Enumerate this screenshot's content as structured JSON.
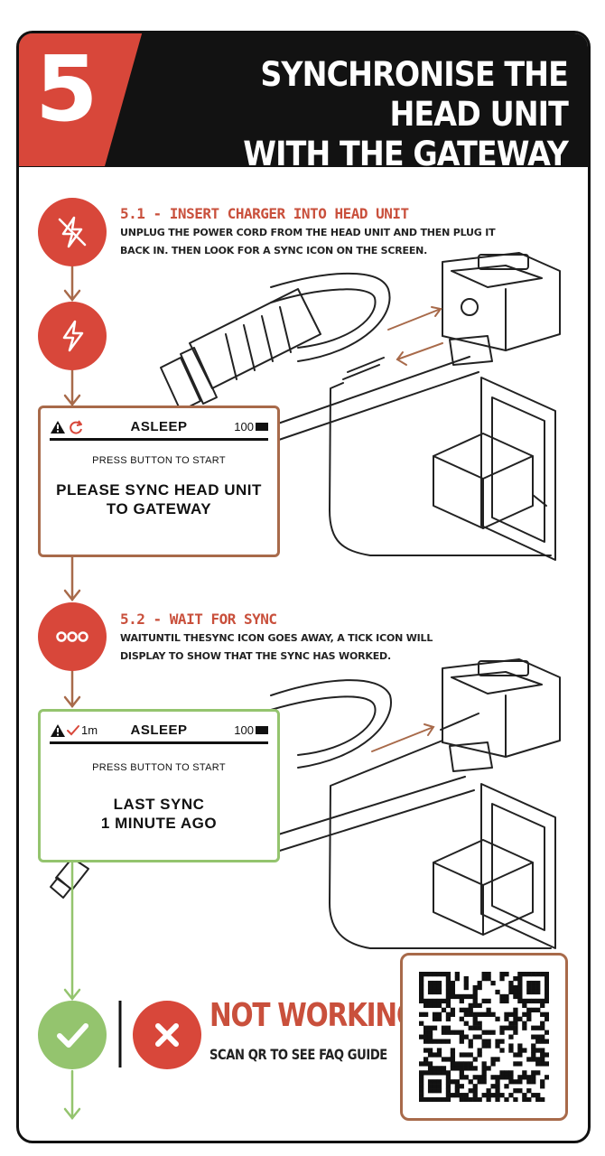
{
  "header": {
    "step_number": "5",
    "title_line1": "SYNCHRONISE THE HEAD UNIT",
    "title_line2": "WITH THE GATEWAY"
  },
  "step_5_1": {
    "heading": "5.1 - INSERT CHARGER INTO HEAD UNIT",
    "body_line1": "UNPLUG THE POWER CORD FROM THE HEAD UNIT AND THEN PLUG IT",
    "body_line2": "BACK IN. THEN LOOK FOR A SYNC ICON ON THE SCREEN.",
    "icons": [
      "no-power-icon",
      "power-icon"
    ]
  },
  "screen_1": {
    "status": "ASLEEP",
    "battery": "100",
    "hint": "PRESS BUTTON TO START",
    "message_line1": "PLEASE SYNC HEAD UNIT",
    "message_line2": "TO GATEWAY",
    "icons": [
      "warning-icon",
      "sync-icon",
      "battery-icon"
    ],
    "border_color": "#a86a4a"
  },
  "step_5_2": {
    "heading": "5.2 - WAIT FOR SYNC",
    "body_line1": "WAITUNTIL THESYNC ICON GOES AWAY, A TICK ICON WILL",
    "body_line2": "DISPLAY TO SHOW THAT THE SYNC HAS WORKED.",
    "icons": [
      "waiting-dots-icon"
    ]
  },
  "screen_2": {
    "status": "ASLEEP",
    "sync_age": "1m",
    "battery": "100",
    "hint": "PRESS BUTTON TO START",
    "message_line1": "LAST SYNC",
    "message_line2": "1 MINUTE AGO",
    "icons": [
      "warning-icon",
      "tick-icon",
      "battery-icon"
    ],
    "border_color": "#94c46e"
  },
  "not_working": {
    "title": "NOT WORKING?",
    "subtitle": "SCAN QR TO SEE FAQ GUIDE",
    "icons": [
      "success-tick-icon",
      "fail-cross-icon",
      "qr-code-icon"
    ]
  },
  "colors": {
    "accent_red": "#d8473a",
    "accent_green": "#94c46e",
    "arrow_brown": "#a86a4a",
    "header_black": "#121212"
  }
}
